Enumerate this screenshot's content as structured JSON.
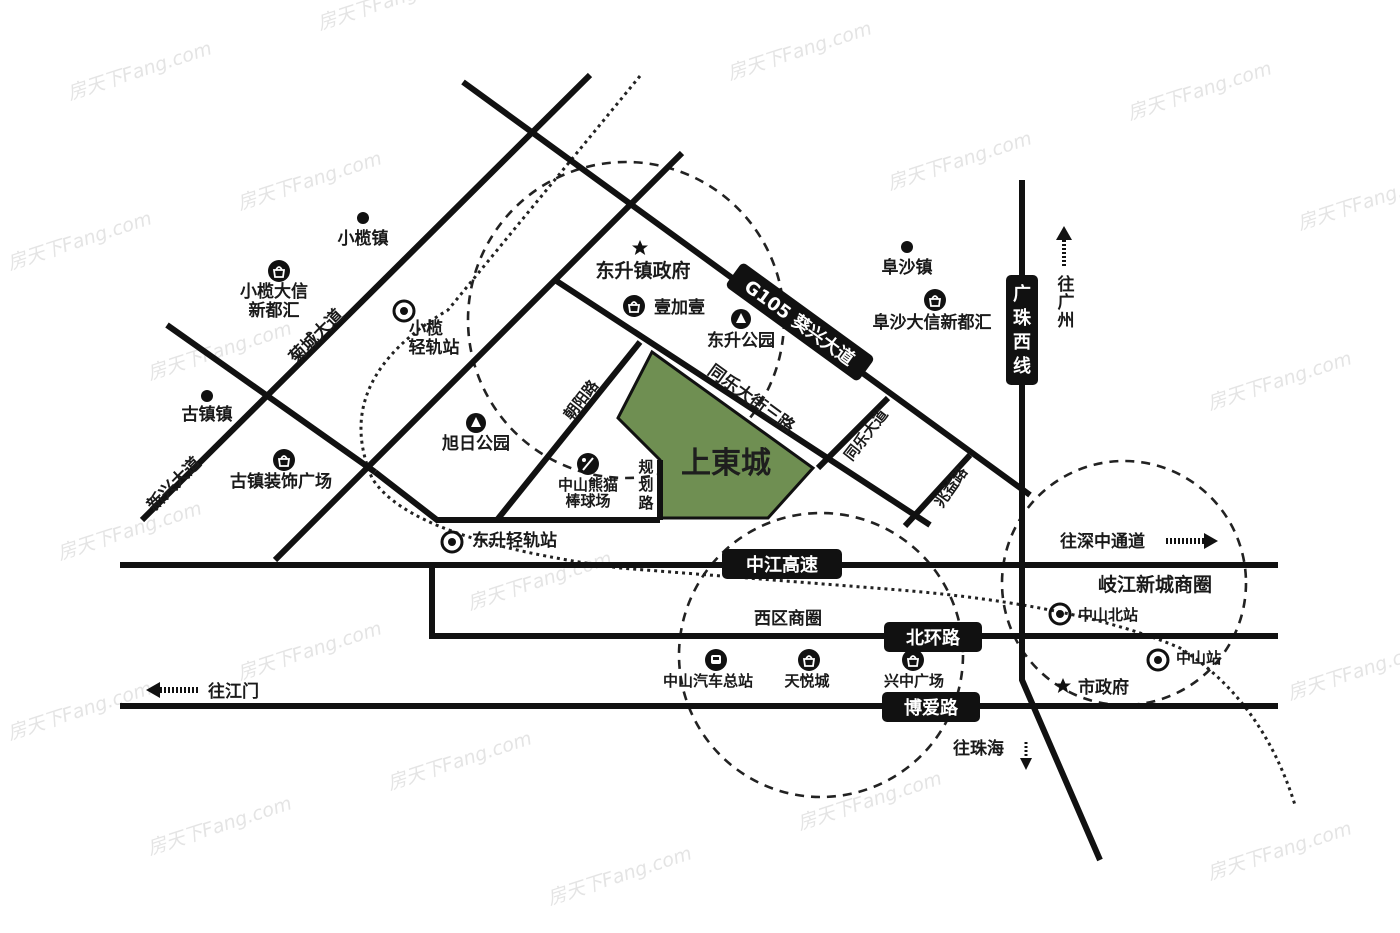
{
  "map": {
    "project": {
      "name": "上東城",
      "color": "#6f8f52"
    },
    "roads": {
      "g105": "G105 葵兴大道",
      "tongle_sanlu": "同乐大街三路",
      "tongle_dadao": "同乐大道",
      "zhaoyi": "兆益路",
      "chaoyang": "朝阳路",
      "guihua": "规划路",
      "jucheng": "菊城大道",
      "xinxing": "新兴大道",
      "guangzhu_west": "广珠西线",
      "zhongjiang": "中江高速",
      "beihuan": "北环路",
      "boai": "博爱路"
    },
    "places": {
      "dongsheng_gov": "东升镇政府",
      "xiaolan_town": "小榄镇",
      "xiaolan_daxin": "小榄大信",
      "xiaolan_daxin_2": "新都汇",
      "xiaolan_station": "小榄",
      "xiaolan_station_2": "轻轨站",
      "gu_town": "古镇镇",
      "guzhen_plaza": "古镇装饰广场",
      "xuri_park": "旭日公园",
      "panda_field": "中山熊猫",
      "panda_field_2": "棒球场",
      "yijiayi": "壹加壹",
      "dongsheng_park": "东升公园",
      "fusha_town": "阜沙镇",
      "fusha_daxin": "阜沙大信新都汇",
      "dongsheng_station": "东升轻轨站",
      "xiqu": "西区商圈",
      "bus_station": "中山汽车总站",
      "tianyue": "天悦城",
      "xingzhong": "兴中广场",
      "qijiang": "岐江新城商圈",
      "zs_north": "中山北站",
      "zs_station": "中山站",
      "city_gov": "市政府"
    },
    "directions": {
      "guangzhou": "往广州",
      "shenzhong": "往深中通道",
      "jiangmen": "往江门",
      "zhuhai": "往珠海"
    }
  },
  "colors": {
    "road": "#111111",
    "project": "#6f8f52",
    "watermark": "#d0d0d0"
  },
  "watermark": "房天下Fang.com"
}
